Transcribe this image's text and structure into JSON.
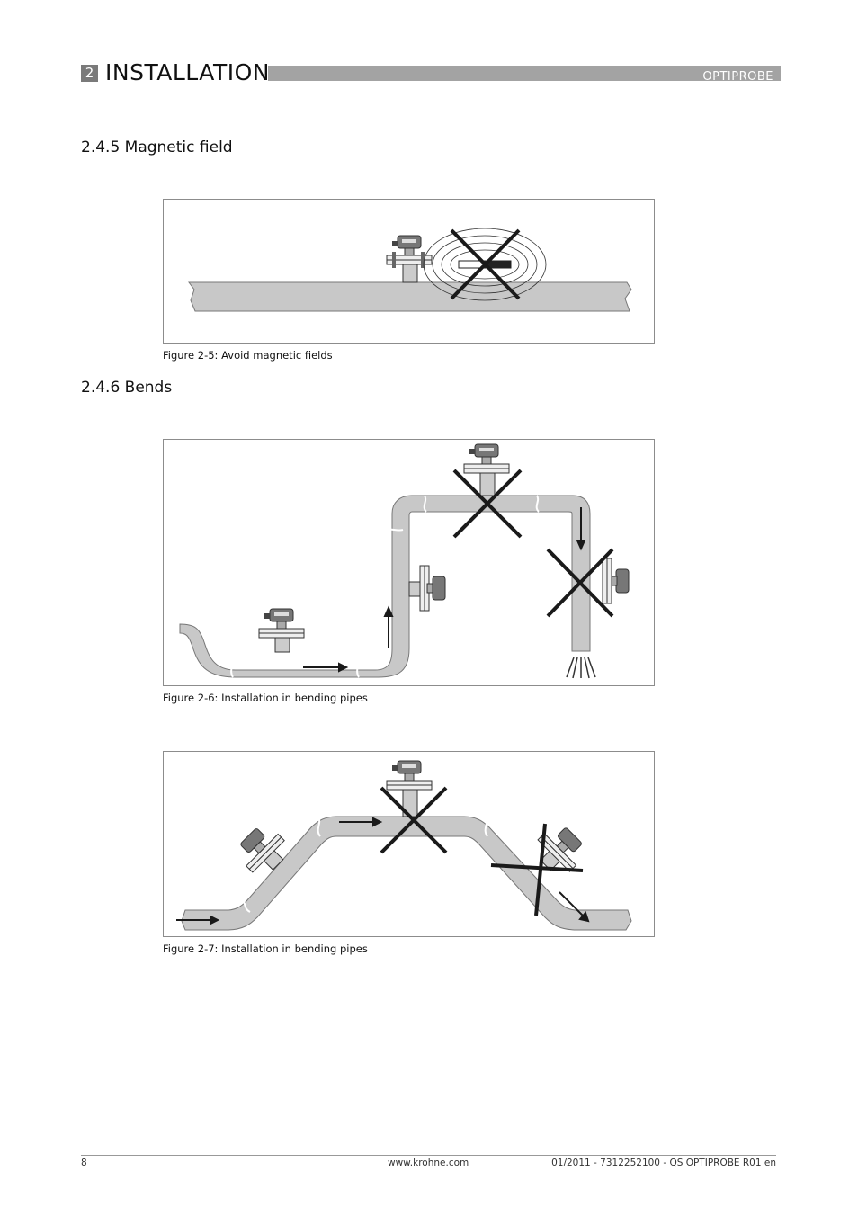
{
  "header": {
    "chapter_number": "2",
    "chapter_title": "INSTALLATION",
    "product": "OPTIPROBE"
  },
  "sections": [
    {
      "title": "2.4.5  Magnetic field"
    },
    {
      "title": "2.4.6  Bends"
    }
  ],
  "figures": [
    {
      "caption": "Figure 2-5: Avoid magnetic fields"
    },
    {
      "caption": "Figure 2-6: Installation in bending pipes"
    },
    {
      "caption": "Figure 2-7: Installation in bending pipes"
    }
  ],
  "footer": {
    "page_number": "8",
    "website": "www.krohne.com",
    "doc_ref": "01/2011 - 7312252100 - QS OPTIPROBE R01 en"
  },
  "colors": {
    "pipe_fill": "#c8c8c8",
    "pipe_stroke": "#777777",
    "cross": "#1a1a1a",
    "header_bar": "#a3a3a3",
    "chapter_box": "#7a7a7a"
  }
}
